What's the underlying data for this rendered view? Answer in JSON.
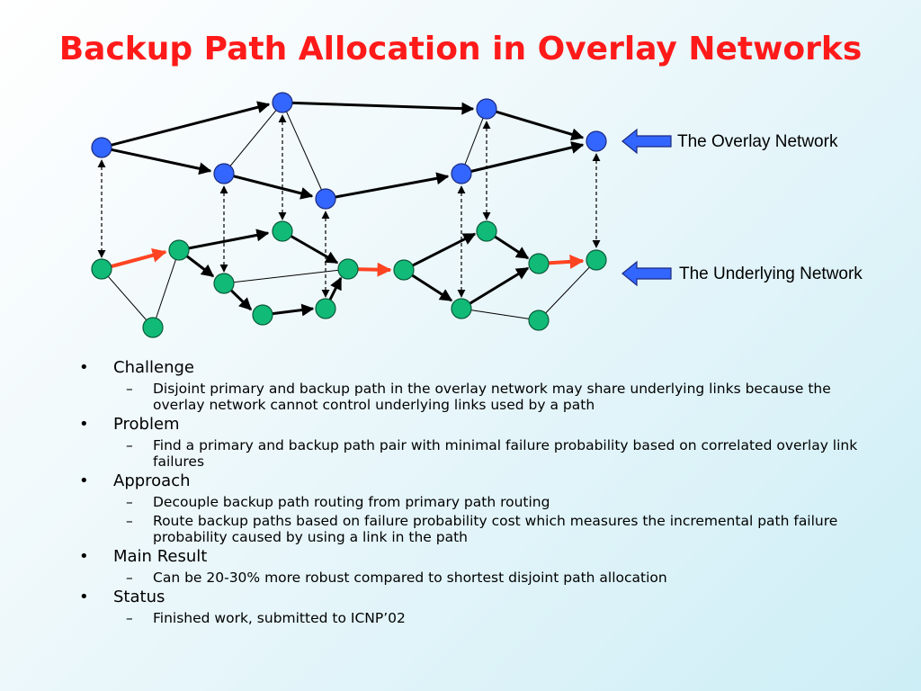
{
  "title": "Backup Path Allocation in Overlay Networks",
  "legend": {
    "overlay_label": "The Overlay Network",
    "underlay_label": "The Underlying Network"
  },
  "colors": {
    "title": "#ff1a1a",
    "overlay_node": "#3366ff",
    "underlay_node": "#11bb77",
    "backup_link": "#ff4422",
    "legend_arrow": "#3366ff"
  },
  "bullet_marker": "•",
  "sub_marker": "–",
  "bullets": [
    {
      "label": "Challenge",
      "subs": [
        "Disjoint primary and backup path in the overlay network may share underlying links because the overlay network cannot control underlying links used by a path"
      ]
    },
    {
      "label": "Problem",
      "subs": [
        "Find a primary and backup path pair with minimal failure probability based on correlated overlay link failures"
      ]
    },
    {
      "label": "Approach",
      "subs": [
        "Decouple backup path routing from primary path routing",
        "Route backup paths based on failure probability cost which measures the incremental path failure probability caused by using a link in the path"
      ]
    },
    {
      "label": "Main Result",
      "subs": [
        "Can be 20-30% more robust compared to shortest disjoint path allocation"
      ]
    },
    {
      "label": "Status",
      "subs": [
        "Finished work, submitted to ICNP’02"
      ]
    }
  ]
}
